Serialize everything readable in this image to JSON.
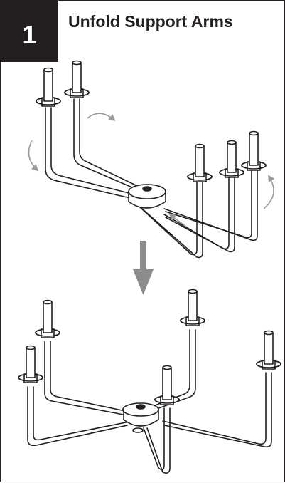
{
  "step": {
    "number": "1",
    "title": "Unfold Support Arms"
  },
  "colors": {
    "header_bg": "#231f20",
    "header_text": "#ffffff",
    "title_text": "#231f20",
    "line": "#231f20",
    "arrow": "#8c8c8c"
  },
  "illustrations": [
    {
      "state": "folded",
      "arm_count": 5
    },
    {
      "state": "unfolded",
      "arm_count": 5
    }
  ]
}
